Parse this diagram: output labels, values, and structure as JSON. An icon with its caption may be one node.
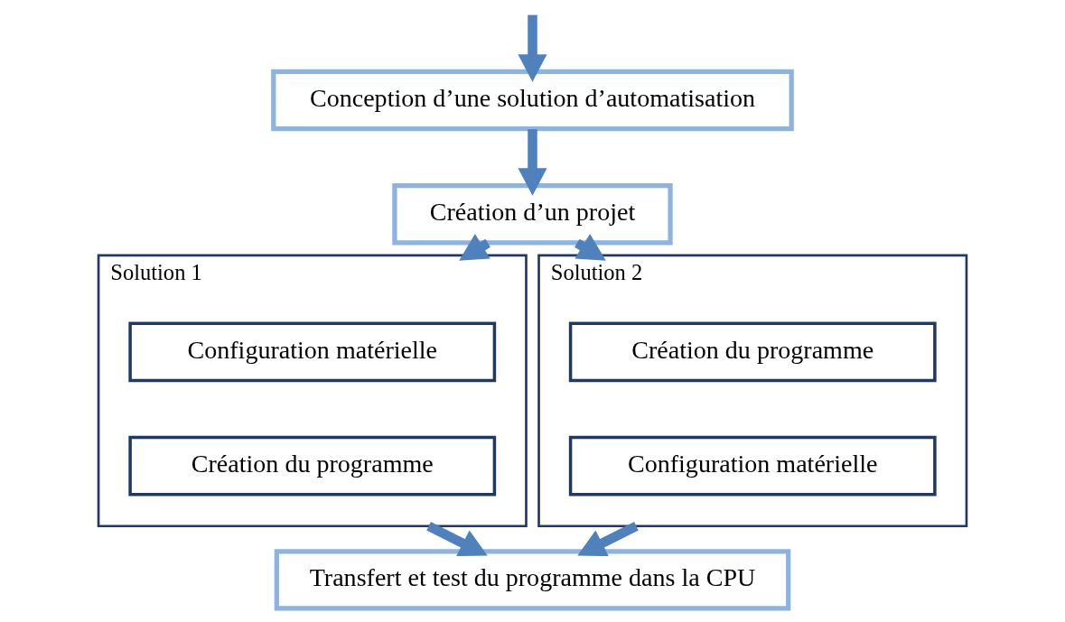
{
  "diagram": {
    "nodes": [
      {
        "text": [
          "Conception d’une solution d’automatisation"
        ]
      },
      {
        "text": [
          "Création d’un projet"
        ]
      },
      {
        "text": [
          "Solution 1"
        ]
      },
      {
        "text": [
          "Configuration matérielle"
        ],
        "in": 2
      },
      {
        "text": [
          "Création du programme"
        ],
        "in": 2
      },
      {
        "text": [
          "Solution 2"
        ]
      },
      {
        "text": [
          "Création du programme"
        ],
        "in": 5
      },
      {
        "text": [
          "Configuration matérielle"
        ],
        "in": 5
      },
      {
        "text": [
          "Transfert et test du programme dans la CPU"
        ]
      }
    ],
    "edges": [
      {
        "from": null,
        "to": 0,
        "arrow": "to"
      },
      {
        "from": 0,
        "to": 1,
        "arrow": "to"
      },
      {
        "from": 1,
        "to": 2,
        "arrow": "to"
      },
      {
        "from": 1,
        "to": 5,
        "arrow": "to"
      },
      {
        "from": 2,
        "to": 8,
        "arrow": "to"
      },
      {
        "from": 5,
        "to": 8,
        "arrow": "to"
      }
    ]
  }
}
